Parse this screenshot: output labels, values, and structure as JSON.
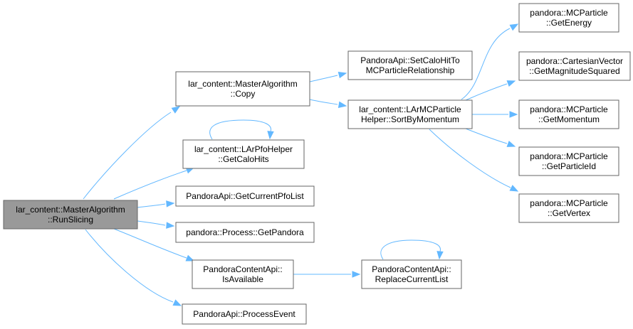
{
  "colors": {
    "edge": "#63b8ff",
    "node_border": "#666666",
    "root_fill": "#999999",
    "node_fill": "#ffffff"
  },
  "nodes": {
    "run_slicing": {
      "lines": [
        "lar_content::MasterAlgorithm",
        "::RunSlicing"
      ]
    },
    "copy": {
      "lines": [
        "lar_content::MasterAlgorithm",
        "::Copy"
      ]
    },
    "get_calo_hits": {
      "lines": [
        "lar_content::LArPfoHelper",
        "::GetCaloHits"
      ]
    },
    "get_current_pfo_list": {
      "lines": [
        "PandoraApi::GetCurrentPfoList"
      ]
    },
    "get_pandora": {
      "lines": [
        "pandora::Process::GetPandora"
      ]
    },
    "is_available": {
      "lines": [
        "PandoraContentApi::",
        "IsAvailable"
      ]
    },
    "process_event": {
      "lines": [
        "PandoraApi::ProcessEvent"
      ]
    },
    "set_calo_hit": {
      "lines": [
        "PandoraApi::SetCaloHitTo",
        "MCParticleRelationship"
      ]
    },
    "sort_by_momentum": {
      "lines": [
        "lar_content::LArMCParticle",
        "Helper::SortByMomentum"
      ]
    },
    "replace_current_list": {
      "lines": [
        "PandoraContentApi::",
        "ReplaceCurrentList"
      ]
    },
    "get_energy": {
      "lines": [
        "pandora::MCParticle",
        "::GetEnergy"
      ]
    },
    "get_magnitude_squared": {
      "lines": [
        "pandora::CartesianVector",
        "::GetMagnitudeSquared"
      ]
    },
    "get_momentum": {
      "lines": [
        "pandora::MCParticle",
        "::GetMomentum"
      ]
    },
    "get_particle_id": {
      "lines": [
        "pandora::MCParticle",
        "::GetParticleId"
      ]
    },
    "get_vertex": {
      "lines": [
        "pandora::MCParticle",
        "::GetVertex"
      ]
    }
  },
  "edges": [
    [
      "run_slicing",
      "copy"
    ],
    [
      "run_slicing",
      "get_calo_hits"
    ],
    [
      "run_slicing",
      "get_current_pfo_list"
    ],
    [
      "run_slicing",
      "get_pandora"
    ],
    [
      "run_slicing",
      "is_available"
    ],
    [
      "run_slicing",
      "process_event"
    ],
    [
      "copy",
      "set_calo_hit"
    ],
    [
      "copy",
      "sort_by_momentum"
    ],
    [
      "get_calo_hits",
      "get_calo_hits"
    ],
    [
      "is_available",
      "replace_current_list"
    ],
    [
      "replace_current_list",
      "replace_current_list"
    ],
    [
      "sort_by_momentum",
      "get_energy"
    ],
    [
      "sort_by_momentum",
      "get_magnitude_squared"
    ],
    [
      "sort_by_momentum",
      "get_momentum"
    ],
    [
      "sort_by_momentum",
      "get_particle_id"
    ],
    [
      "sort_by_momentum",
      "get_vertex"
    ]
  ]
}
